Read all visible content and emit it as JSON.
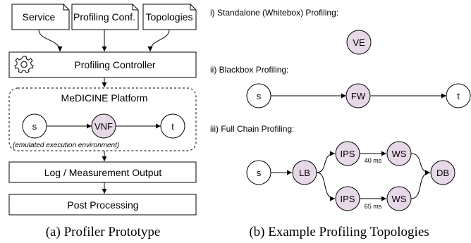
{
  "colors": {
    "node_fill": "#e6d8e6",
    "node_white": "#ffffff",
    "stroke": "#000000"
  },
  "left": {
    "docs": {
      "service": "Service",
      "profiling_conf": "Profiling Conf.",
      "topologies": "Topologies"
    },
    "controller": {
      "label": "Profiling Controller",
      "icon": "gear-icon"
    },
    "platform": {
      "title": "MeDICINE Platform",
      "nodes": {
        "s": "s",
        "vnf": "VNF",
        "t": "t"
      },
      "note": "(emulated execution environment)"
    },
    "log_box": "Log / Measurement Output",
    "post_box": "Post Processing",
    "caption": "(a) Profiler Prototype"
  },
  "right": {
    "standalone": {
      "title": "i) Standalone (Whitebox) Profiling:",
      "node": "VE"
    },
    "blackbox": {
      "title": "ii) Blackbox Profiling:",
      "nodes": {
        "s": "s",
        "fw": "FW",
        "t": "t"
      }
    },
    "fullchain": {
      "title": "iii) Full Chain Profiling:",
      "nodes": {
        "s": "s",
        "lb": "LB",
        "ips_top": "IPS",
        "ws_top": "WS",
        "ips_bottom": "IPS",
        "ws_bottom": "WS",
        "db": "DB"
      },
      "delay_top": "40 ms",
      "delay_bottom": "65 ms"
    },
    "caption": "(b) Example Profiling Topologies"
  }
}
